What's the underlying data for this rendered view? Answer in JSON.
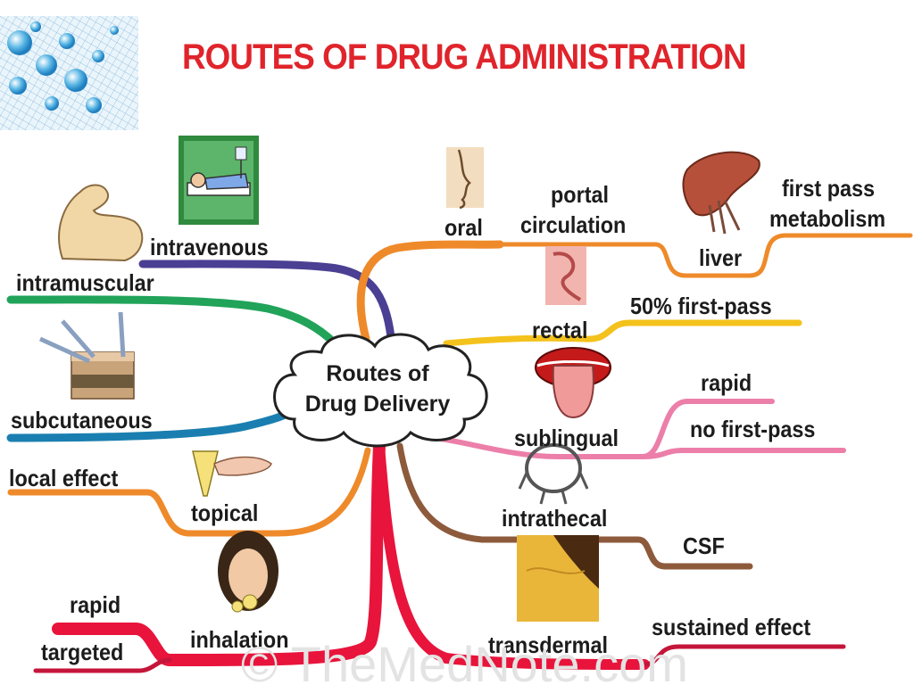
{
  "title": "ROUTES OF DRUG ADMINISTRATION",
  "center": {
    "line1": "Routes of",
    "line2": "Drug Delivery"
  },
  "labels": {
    "intravenous": "intravenous",
    "intramuscular": "intramuscular",
    "subcutaneous": "subcutaneous",
    "local_effect": "local effect",
    "topical": "topical",
    "inhalation": "inhalation",
    "rapid_left": "rapid",
    "targeted": "targeted",
    "oral": "oral",
    "portal_circulation_1": "portal",
    "portal_circulation_2": "circulation",
    "liver": "liver",
    "first_pass_1": "first pass",
    "first_pass_2": "metabolism",
    "rectal": "rectal",
    "fifty_first_pass": "50% first-pass",
    "sublingual": "sublingual",
    "rapid_right": "rapid",
    "no_first_pass": "no first-pass",
    "intrathecal": "intrathecal",
    "csf": "CSF",
    "transdermal": "transdermal",
    "sustained_effect": "sustained effect"
  },
  "watermark": "© TheMedNote.com",
  "colors": {
    "title": "#e0242b",
    "intravenous": "#4b3f93",
    "intramuscular": "#21a35a",
    "subcutaneous": "#1a7fb0",
    "topical": "#ee8a2a",
    "inhalation": "#e8143c",
    "oral": "#ee8a2a",
    "liver_branch": "#ee8a2a",
    "rectal": "#f4c21c",
    "sublingual": "#ec7fa9",
    "intrathecal": "#8d5a3c",
    "transdermal": "#c4163a"
  },
  "icons": [
    "water-drops-icon",
    "arm-muscle-icon",
    "patient-iv-icon",
    "skin-injection-icon",
    "hand-cream-icon",
    "woman-inhaling-icon",
    "mouth-profile-icon",
    "liver-icon",
    "rectum-icon",
    "open-mouth-tongue-icon",
    "spine-vertebra-icon",
    "skin-patch-icon"
  ]
}
